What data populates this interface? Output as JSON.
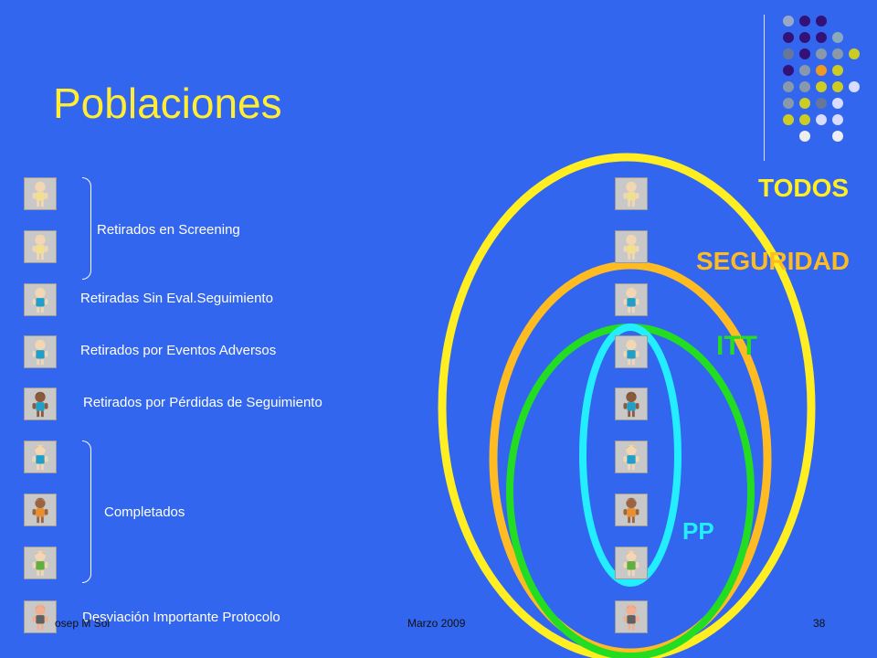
{
  "slide": {
    "title": "Poblaciones"
  },
  "groups": {
    "screening": "Retirados en Screening",
    "sin_eval": "Retiradas Sin Eval.Seguimiento",
    "eventos": "Retirados por Eventos Adversos",
    "perdidas": "Retirados por Pérdidas de Seguimiento",
    "completados": "Completados",
    "desviacion": "Desviación Importante Protocolo"
  },
  "populations": {
    "todos": "TODOS",
    "seguridad": "SEGURIDAD",
    "itt": "ITT",
    "pp": "PP"
  },
  "footer": {
    "author": "osep M Sol",
    "date": "Marzo 2009",
    "page": "38"
  },
  "colors": {
    "background": "#3366ee",
    "todos": "#ffee22",
    "seguridad": "#ffbb22",
    "itt": "#22dd22",
    "pp": "#22eeff"
  },
  "icons": [
    "person-blonde-icon",
    "person-blonde-icon",
    "person-bald-icon",
    "person-bald-icon",
    "person-dark-icon",
    "person-brown-hair-icon",
    "person-dark-skin-icon",
    "person-redhead-icon",
    "person-redhead-arms-icon"
  ]
}
